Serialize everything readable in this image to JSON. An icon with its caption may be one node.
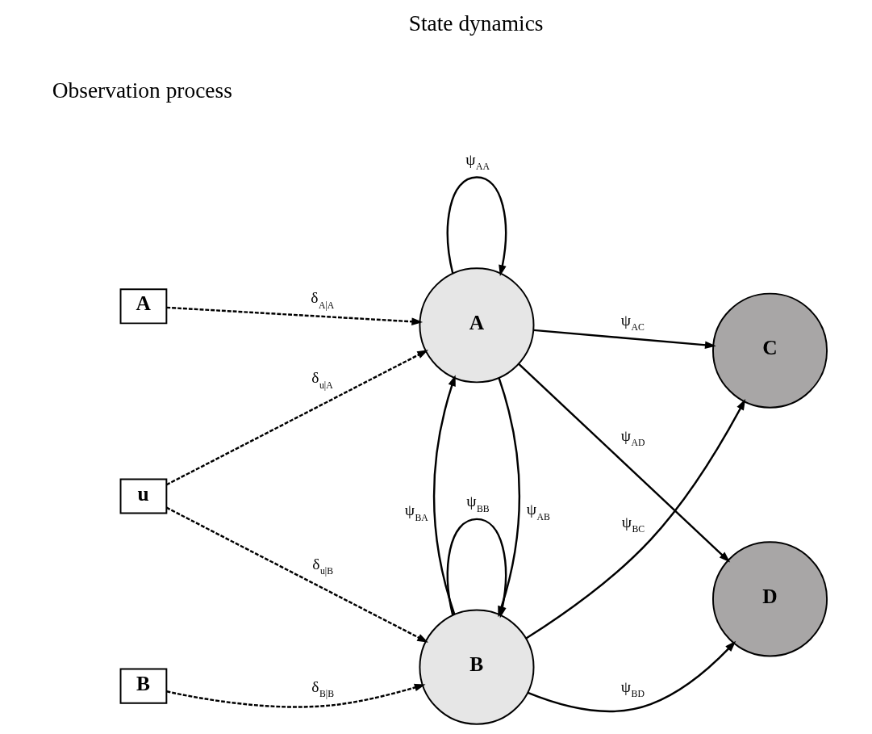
{
  "diagram": {
    "nodes": [
      {
        "text": [
          "A"
        ]
      },
      {
        "text": [
          "u"
        ]
      },
      {
        "text": [
          "B"
        ]
      },
      {
        "text": [
          "A"
        ]
      },
      {
        "text": [
          "C"
        ]
      },
      {
        "text": [
          "B"
        ]
      },
      {
        "text": [
          "D"
        ]
      }
    ],
    "edges": [
      {
        "from": 0,
        "to": 3,
        "arrow": "to",
        "style": "dashed",
        "label": "δ$_{A|A}$"
      },
      {
        "from": 1,
        "to": 3,
        "arrow": "to",
        "style": "dashed",
        "label": "δ$_{u|A}$"
      },
      {
        "from": 1,
        "to": 5,
        "arrow": "to",
        "style": "dashed",
        "label": "δ$_{u|B}$"
      },
      {
        "from": 2,
        "to": 5,
        "arrow": "to",
        "style": "dashed",
        "label": "δ$_{B|B}$"
      },
      {
        "from": 3,
        "to": 3,
        "arrow": "to",
        "label": "ψ$_{AA}$"
      },
      {
        "from": 3,
        "to": 4,
        "arrow": "to",
        "label": "ψ$_{AC}$"
      },
      {
        "from": 3,
        "to": 5,
        "arrow": "to",
        "label": "ψ$_{AB}$"
      },
      {
        "from": 5,
        "to": 3,
        "arrow": "to",
        "label": "ψ$_{BA}$"
      },
      {
        "from": 5,
        "to": 4,
        "arrow": "to",
        "label": "ψ$_{BC}$"
      },
      {
        "from": 3,
        "to": 6,
        "arrow": "to",
        "label": "ψ$_{AD}$"
      },
      {
        "from": 5,
        "to": 6,
        "arrow": "to",
        "label": "ψ$_{BD}$"
      },
      {
        "from": 5,
        "to": 5,
        "arrow": "to",
        "label": "ψ$_{BB}$"
      }
    ],
    "labels": [
      "Observation process",
      "State dynamics"
    ]
  }
}
